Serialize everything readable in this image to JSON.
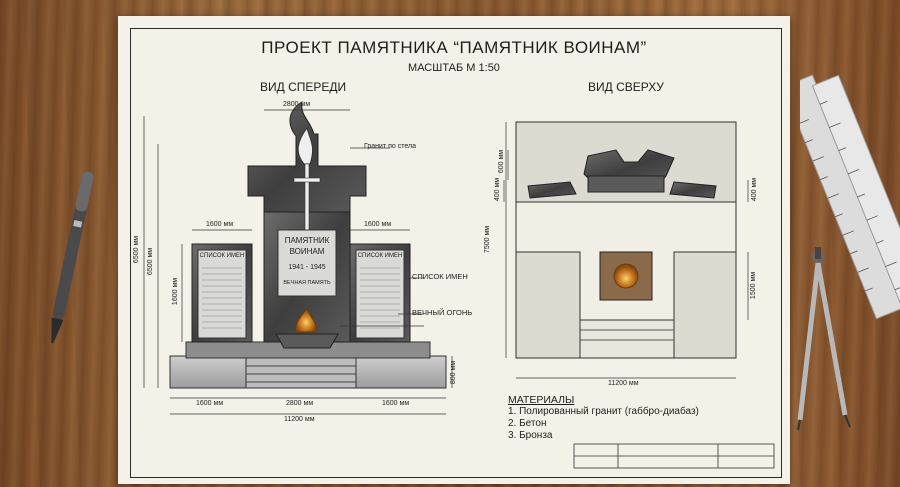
{
  "sheet": {
    "title": "ПРОЕКТ ПАМЯТНИКА “ПАМЯТНИК ВОИНАМ”",
    "scale": "МАСШТАБ М 1:50"
  },
  "front_view": {
    "label": "ВИД СПЕРЕДИ",
    "dims": {
      "top_width": "2800 мм",
      "left_panel": "1600 мм",
      "right_panel": "1600 мм",
      "total_height_a": "6500 мм",
      "total_height_b": "6500 мм",
      "panel_height": "1600 мм",
      "base_height": "800 мм",
      "bottom_left": "1600 мм",
      "bottom_center": "2800 мм",
      "bottom_right": "1600 мм",
      "total_width": "11200 мм"
    },
    "plaque": {
      "line1": "ПАМЯТНИК",
      "line2": "ВОИНАМ",
      "years": "1941 - 1945",
      "footer": "ВЕЧНАЯ ПАМЯТЬ"
    },
    "panel_heading_left": "СПИСОК ИМЕН",
    "panel_heading_right": "СПИСОК ИМЕН",
    "callouts": {
      "granite": "Гранит по стела",
      "names": "СПИСОК ИМЕН",
      "flame": "ВЕЧНЫЙ ОГОНЬ"
    }
  },
  "top_view": {
    "label": "ВИД СВЕРХУ",
    "dims": {
      "d600": "600 мм",
      "d400_left": "400 мм",
      "d400_right": "400 мм",
      "height": "7500 мм",
      "d1500": "1500 мм",
      "width": "11200 мм"
    }
  },
  "materials": {
    "heading": "МАТЕРИАЛЫ",
    "items": [
      "1. Полированный гранит (габбро-диабаз)",
      "2. Бетон",
      "3. Бронза"
    ]
  }
}
